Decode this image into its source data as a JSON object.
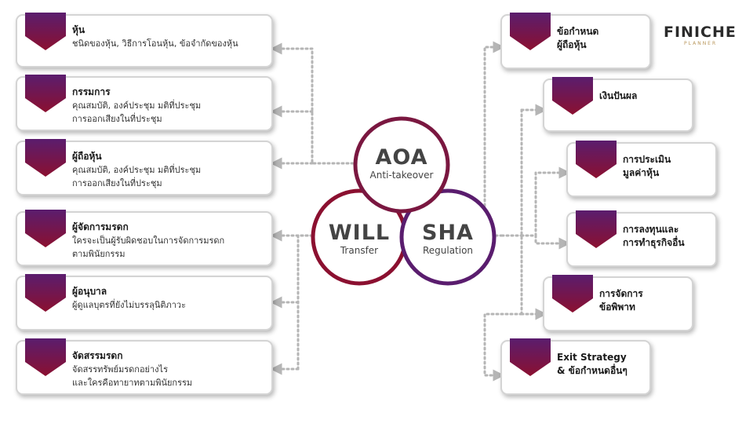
{
  "center": {
    "aoa": {
      "title": "AOA",
      "subtitle": "Anti-takeover"
    },
    "will": {
      "title": "WILL",
      "subtitle": "Transfer"
    },
    "sha": {
      "title": "SHA",
      "subtitle": "Regulation"
    }
  },
  "left_cards": [
    {
      "title": "หุ้น",
      "desc": "ชนิดของหุ้น, วิธีการโอนหุ้น, ข้อจำกัดของหุ้น"
    },
    {
      "title": "กรรมการ",
      "desc": "คุณสมบัติ, องค์ประชุม มติที่ประชุม\nการออกเสียงในที่ประชุม"
    },
    {
      "title": "ผู้ถือหุ้น",
      "desc": "คุณสมบัติ, องค์ประชุม มติที่ประชุม\nการออกเสียงในที่ประชุม"
    },
    {
      "title": "ผู้จัดการมรดก",
      "desc": "ใครจะเป็นผู้รับผิดชอบในการจัดการมรดก\nตามพินัยกรรม"
    },
    {
      "title": "ผู้อนุบาล",
      "desc": "ผู้ดูแลบุตรที่ยังไม่บรรลุนิติภาวะ"
    },
    {
      "title": "จัดสรรมรดก",
      "desc": "จัดสรรทรัพย์มรดกอย่างไร\nและใครคือทายาทตามพินัยกรรม"
    }
  ],
  "right_cards": [
    {
      "title": "ข้อกำหนด\nผู้ถือหุ้น"
    },
    {
      "title": "เงินปันผล"
    },
    {
      "title": "การประเมิน\nมูลค่าหุ้น"
    },
    {
      "title": "การลงทุนและ\nการทำธุรกิจอื่น"
    },
    {
      "title": "การจัดการ\nข้อพิพาท"
    },
    {
      "title": "Exit Strategy\n& ข้อกำหนดอื่นๆ"
    }
  ],
  "logo": {
    "text": "FINICHE",
    "sub": "PLANNER"
  },
  "colors": {
    "ribbon_top": "#5a1d6e",
    "ribbon_bottom": "#8b1030",
    "aoa_ring": "#7a1740",
    "will_ring": "#8b1030",
    "sha_ring": "#5a1d6e",
    "connector": "#b5b5b5"
  }
}
